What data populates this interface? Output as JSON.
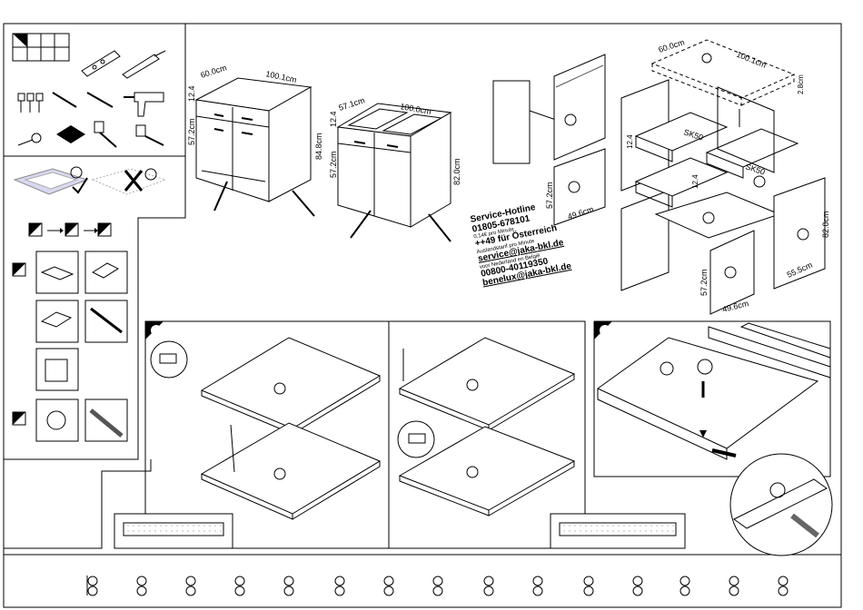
{
  "cabinet_front": {
    "depth": "60.0cm",
    "width": "100.1cm",
    "height_top": "12.4",
    "height_body": "57.2cm",
    "height_total": "84.8cm"
  },
  "cabinet_open": {
    "depth": "57.1cm",
    "width": "100.0cm",
    "height_top": "12.4",
    "height_body": "57.2cm",
    "height_total": "82.0cm"
  },
  "exploded": {
    "top_depth": "60.0cm",
    "top_width": "100.1cm",
    "top_thickness": "2.8cm",
    "drawer_a": "SK50",
    "drawer_b": "SK50",
    "drawer_h1": "12.4",
    "drawer_h2": "12.4",
    "door_height": "57.2cm",
    "door_width": "49.6cm",
    "door2_height": "57.2cm",
    "door2_width": "49.6cm",
    "side_height": "82.0cm",
    "side_depth": "55.5cm"
  },
  "hotline": {
    "title": "Service-Hotline",
    "phone_de": "01805-678101",
    "rate_de": "0,14€ pro Minute",
    "phone_at": "++49 für Österreich",
    "rate_at": "Auslandstarif pro Minute",
    "email_de": "service@jaka-bkl.de",
    "note_nl": "voor Nederland en België",
    "phone_nl": "00800-40119350",
    "email_nl": "benelux@jaka-bkl.de"
  }
}
